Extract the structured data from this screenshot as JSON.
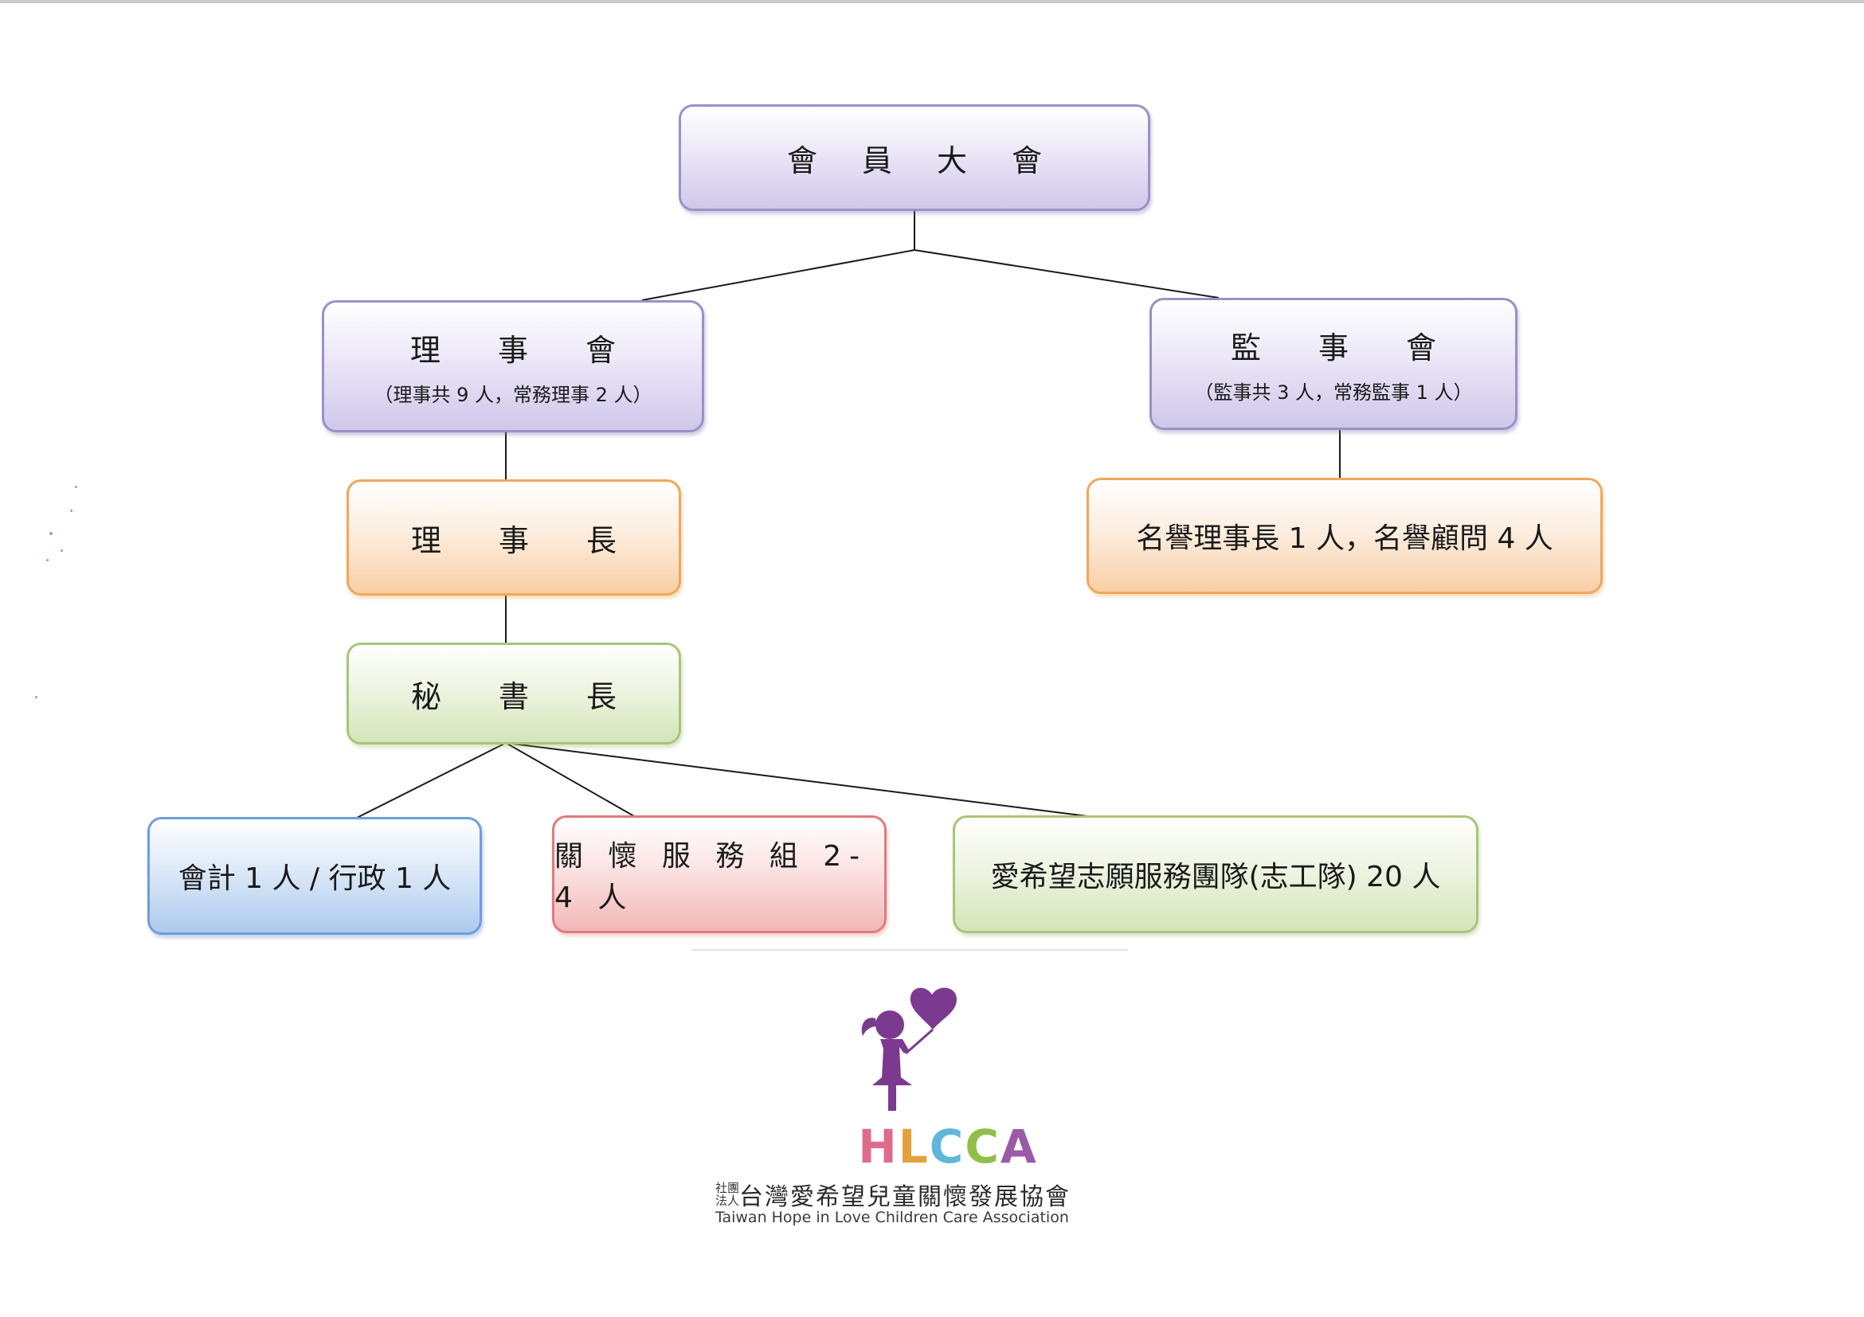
{
  "nodes": {
    "general_assembly": {
      "title": "會員大會"
    },
    "board_of_directors": {
      "title": "理事會",
      "subtitle": "（理事共 9 人，常務理事 2 人）"
    },
    "board_of_supervisors": {
      "title": "監事會",
      "subtitle": "（監事共 3 人，常務監事 1 人）"
    },
    "chairman": {
      "title": "理事長"
    },
    "honorary": {
      "title": "名譽理事長 1 人，名譽顧問 4 人"
    },
    "secretary_general": {
      "title": "秘書長"
    },
    "accounting_admin": {
      "title": "會計 1 人 / 行政 1 人"
    },
    "care_service": {
      "title": "關 懷 服 務 組 2-4 人"
    },
    "volunteer_team": {
      "title": "愛希望志願服務團隊(志工隊) 20 人"
    }
  },
  "organization": {
    "logo_text": [
      "H",
      "L",
      "C",
      "C",
      "A"
    ],
    "logo_colors": [
      "#e06a8c",
      "#e2a13a",
      "#5fb7d9",
      "#8fbf4a",
      "#9b5aa8"
    ],
    "figure_color": "#7b3a8f",
    "small_label": "社團法人",
    "name_zh": "台灣愛希望兒童關懷發展協會",
    "name_en": "Taiwan Hope in Love Children Care Association"
  }
}
